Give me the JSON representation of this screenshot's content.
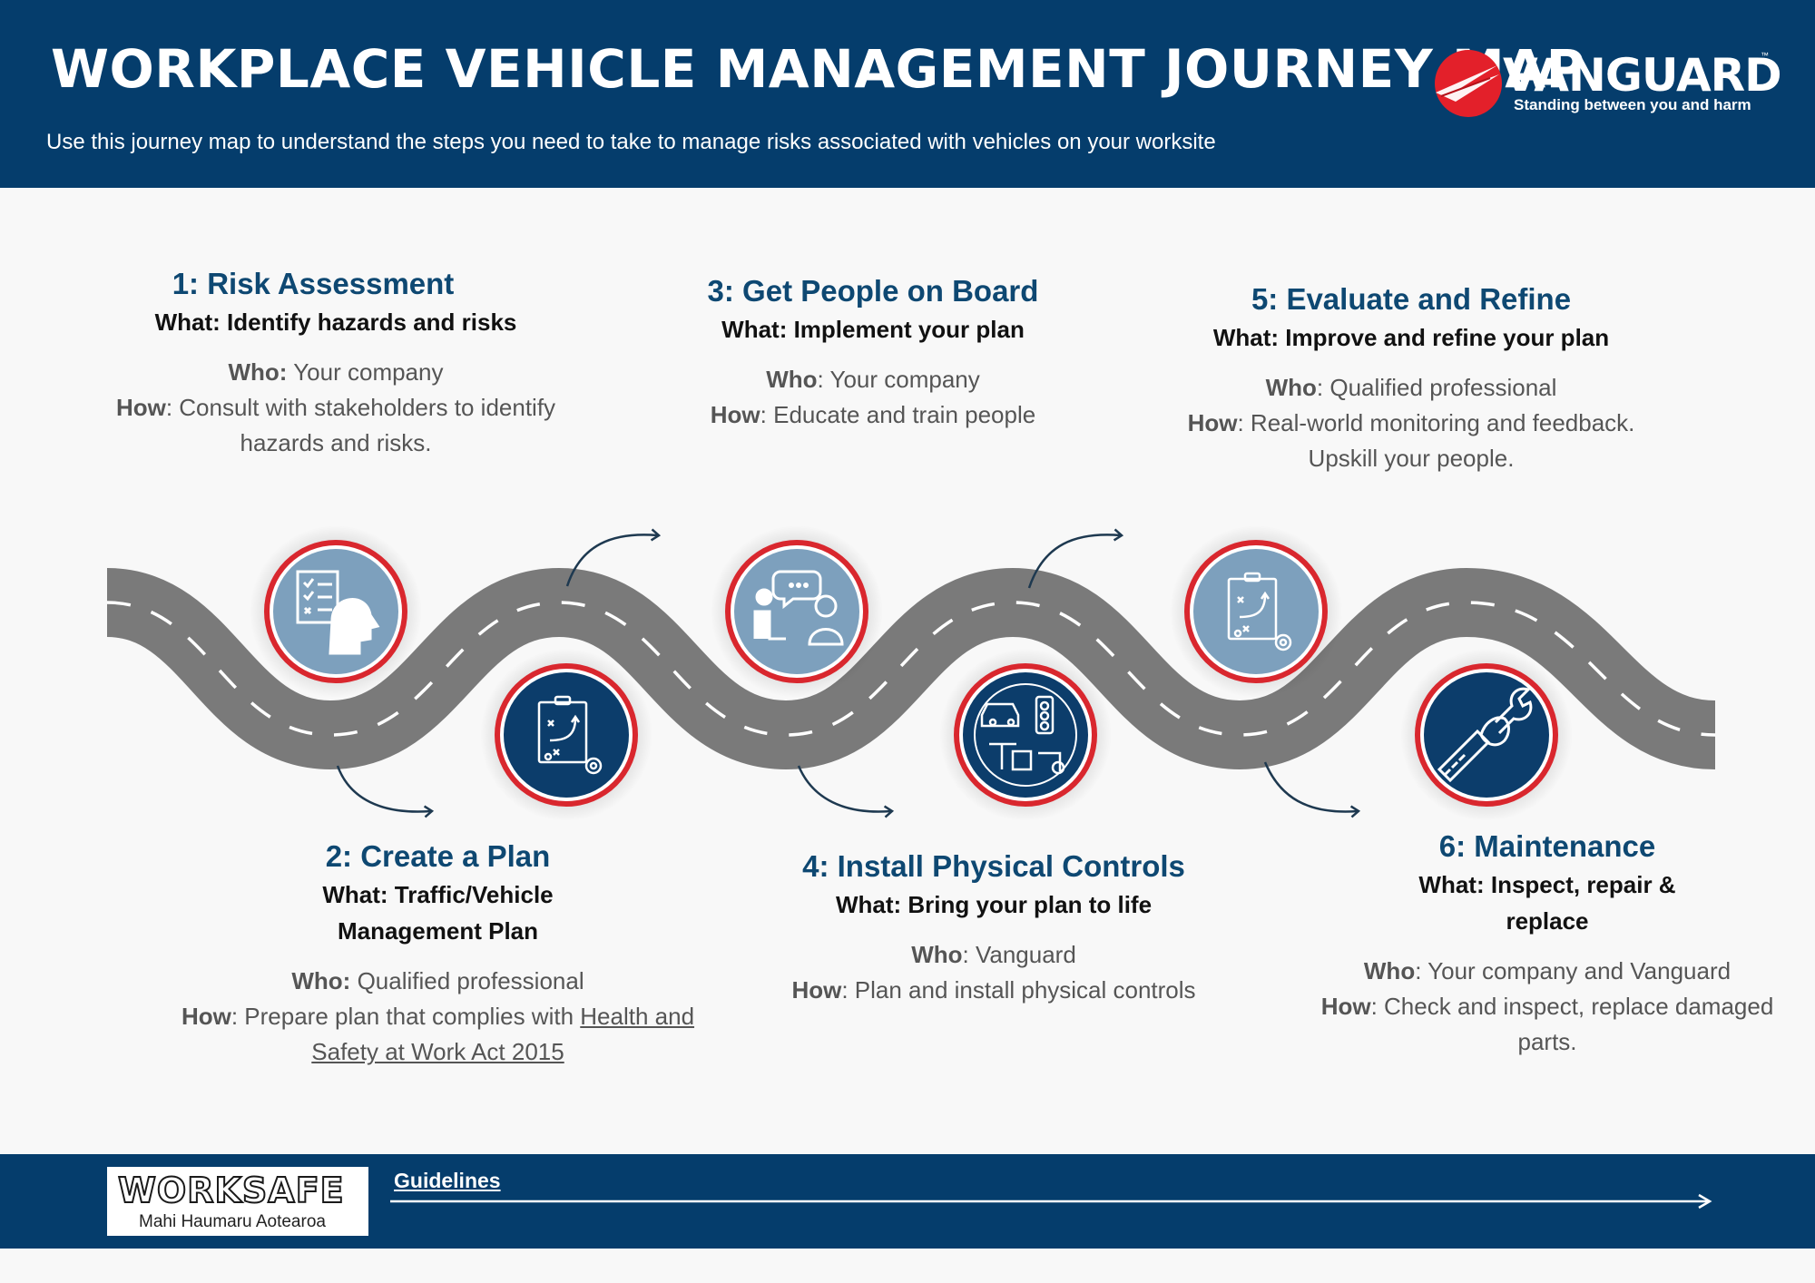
{
  "header": {
    "title": "WORKPLACE VEHICLE MANAGEMENT JOURNEY MAP",
    "subtitle": "Use this journey map to understand the steps you need to take to manage risks associated with vehicles on your worksite"
  },
  "brand": {
    "name": "VANGUARD",
    "trademark": "™",
    "tagline": "Standing between you and harm",
    "accent_color": "#e3202a"
  },
  "colors": {
    "navy": "#053d6c",
    "road": "#7a7a7a",
    "icon_light": "#7da0bd",
    "icon_dark": "#0c3d6b",
    "ring": "#d9272e"
  },
  "steps": [
    {
      "title": "1: Risk Assessment",
      "what": "What: Identify hazards and risks",
      "who_label": "Who:",
      "who": " Your company",
      "how_label": "How",
      "how": ": Consult with stakeholders to identify hazards and risks.",
      "icon": "head-checklist-icon"
    },
    {
      "title": "2: Create a Plan",
      "what": "What: Traffic/Vehicle Management Plan",
      "who_label": "Who:",
      "who": " Qualified professional",
      "how_label": "How",
      "how": ": Prepare plan that complies with ",
      "how_link": "Health and Safety at Work Act 2015",
      "icon": "clipboard-plan-icon"
    },
    {
      "title": "3: Get People on Board",
      "what": "What: Implement your plan",
      "who_label": "Who",
      "who": ": Your company",
      "how_label": "How",
      "how": ": Educate and train people",
      "icon": "people-talking-icon"
    },
    {
      "title": "4: Install Physical Controls",
      "what": "What: Bring your plan to life",
      "who_label": "Who",
      "who": ": Vanguard",
      "how_label": "How",
      "how": ": Plan and install physical controls",
      "icon": "traffic-controls-icon"
    },
    {
      "title": "5: Evaluate and Refine",
      "what": "What: Improve and refine your plan",
      "who_label": "Who",
      "who": ": Qualified professional",
      "how_label": "How",
      "how": ": Real-world monitoring and feedback. Upskill your people.",
      "icon": "clipboard-plan-icon"
    },
    {
      "title": "6: Maintenance",
      "what": "What: Inspect, repair & replace",
      "who_label": "Who",
      "who": ": Your company and Vanguard",
      "how_label": "How",
      "how": ": Check and inspect, replace damaged parts.",
      "icon": "wrench-hand-icon"
    }
  ],
  "footer": {
    "logo_word": "WORKSAFE",
    "logo_sub": "Mahi Haumaru Aotearoa",
    "link": "Guidelines"
  }
}
